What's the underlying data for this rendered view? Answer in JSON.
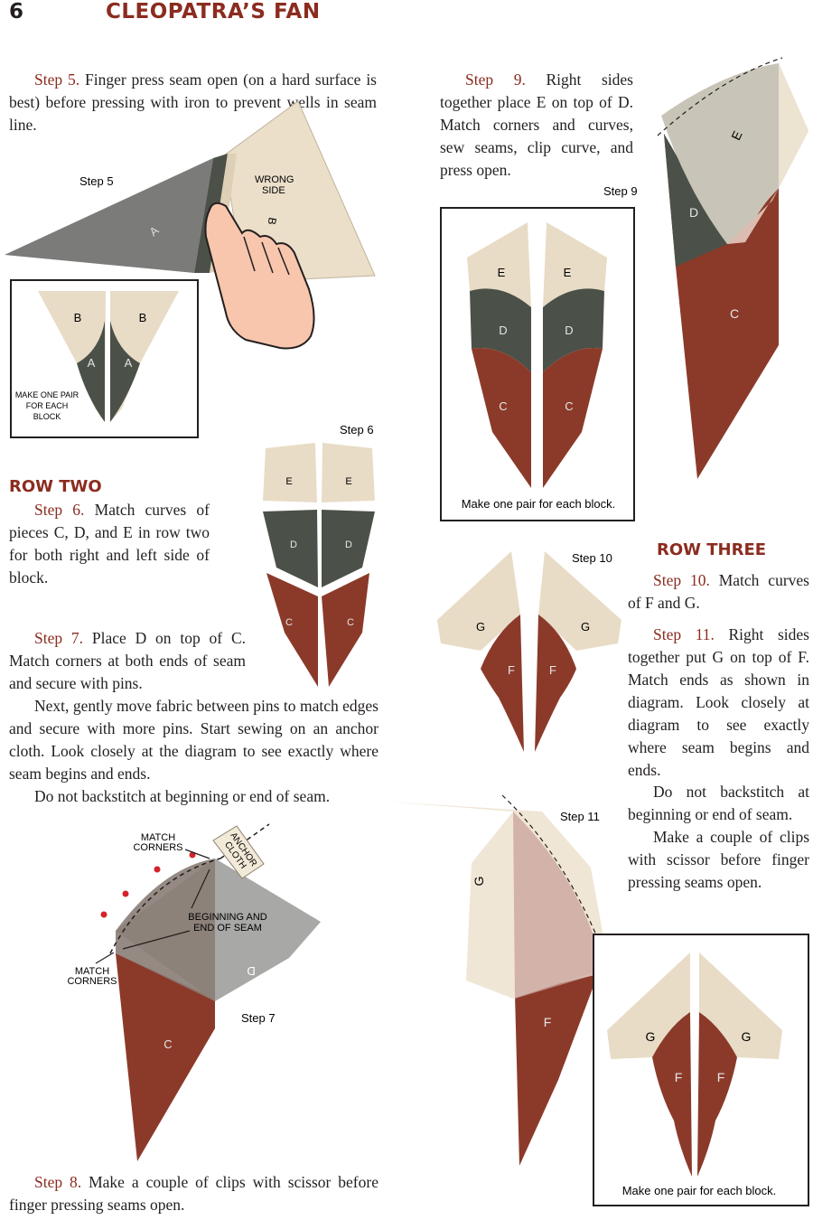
{
  "header": {
    "page_number": "6",
    "title": "CLEOPATRA’S FAN"
  },
  "sections": {
    "row_two": "ROW TWO",
    "row_three": "ROW THREE"
  },
  "steps": {
    "s5": {
      "label": "Step 5.",
      "text": " Finger press seam open (on a hard surface is best) before pressing with iron to prevent wells in seam line."
    },
    "s6": {
      "label": "Step 6.",
      "text": " Match curves of pieces C, D, and E in row two for both right and left side of block."
    },
    "s7": {
      "label": "Step 7.",
      "text": " Place D on top of C. Match corners at both ends of seam and secure with pins."
    },
    "s7b": "Next, gently move fabric between pins to match edges and secure with more pins. Start sewing on an anchor cloth. Look closely at the diagram to see exactly where seam begins and ends.",
    "s7c": "Do not backstitch at beginning or end of seam.",
    "s8": {
      "label": "Step 8.",
      "text": " Make a couple of clips with scissor before finger pressing seams open."
    },
    "s9": {
      "label": "Step 9.",
      "text": " Right sides together place E on top of D. Match corners and curves, sew seams, clip curve, and press open."
    },
    "s10": {
      "label": "Step 10.",
      "text": " Match curves of F and G."
    },
    "s11": {
      "label": "Step 11.",
      "text": " Right sides together put G on top of F. Match ends as shown in diagram. Look closely at diagram to see exactly where seam begins and ends."
    },
    "s11b": "Do not backstitch at beginning or end of seam.",
    "s11c": "Make a couple of clips with scissor before finger pressing seams open."
  },
  "captions": {
    "step5": "Step 5",
    "step6": "Step 6",
    "step7": "Step 7",
    "step9": "Step 9",
    "step10": "Step 10",
    "step11": "Step 11",
    "make_pair_upper": "MAKE ONE PAIR FOR EACH BLOCK",
    "make_pair": "Make one pair for each block.",
    "wrong_side": "WRONG SIDE",
    "match_corners": "MATCH CORNERS",
    "anchor_cloth": "ANCHOR CLOTH",
    "begin_end_seam": "BEGINNING AND END OF SEAM"
  },
  "piece_labels": {
    "A": "A",
    "B": "B",
    "C": "C",
    "D": "D",
    "E": "E",
    "F": "F",
    "G": "G"
  },
  "colors": {
    "rust": "#8b3a2a",
    "slate": "#4b5148",
    "cream": "#e8dcc6",
    "gray": "#7b7b79",
    "accent": "#8b2c1f"
  }
}
